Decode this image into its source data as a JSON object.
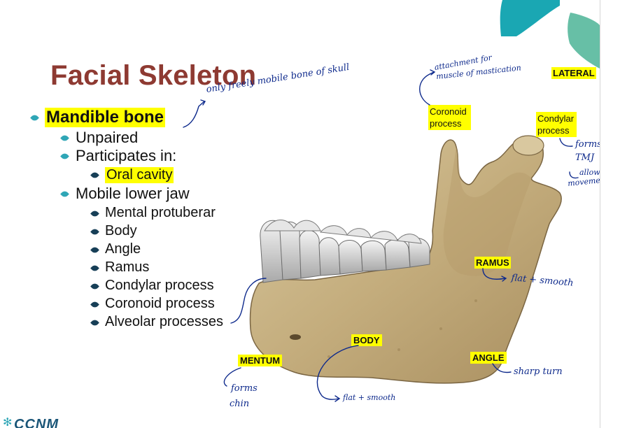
{
  "slide": {
    "title": "Facial Skeleton",
    "corner_label": "LATERAL"
  },
  "outline": {
    "level1": {
      "text": "Mandible bone",
      "note": "only freely mobile bone of skull"
    },
    "items": [
      {
        "text": "Unpaired"
      },
      {
        "text": "Participates in:"
      },
      {
        "text": "Oral cavity"
      },
      {
        "text": "Mobile lower jaw"
      },
      {
        "text": "Mental protuberar"
      },
      {
        "text": "Body"
      },
      {
        "text": "Angle"
      },
      {
        "text": "Ramus"
      },
      {
        "text": "Condylar process"
      },
      {
        "text": "Coronoid process"
      },
      {
        "text": "Alveolar processes"
      }
    ]
  },
  "labels": {
    "coronoid_1": "Coronoid",
    "coronoid_2": "process",
    "condylar_1": "Condylar",
    "condylar_2": "process",
    "ramus": "RAMUS",
    "body": "BODY",
    "mentum": "MENTUM",
    "angle": "ANGLE"
  },
  "handwriting": {
    "coronoid_note_1": "attachment for",
    "coronoid_note_2": "muscle of mastication",
    "condylar_note_1": "forms",
    "condylar_note_2": "TMJ",
    "condylar_note_3": "allows",
    "condylar_note_4": "movement",
    "ramus_note": "flat + smooth",
    "body_note": "flat + smooth",
    "mentum_note_1": "forms",
    "mentum_note_2": "chin",
    "angle_note": "sharp turn"
  },
  "footer": {
    "logo": "CCNM"
  },
  "colors": {
    "title": "#8e3a32",
    "bullet_level1": "#2fa6b6",
    "bullet_level3": "#173f57",
    "highlight": "#ffff00",
    "ink": "#0e2a8c",
    "bone": "#c9b489"
  }
}
